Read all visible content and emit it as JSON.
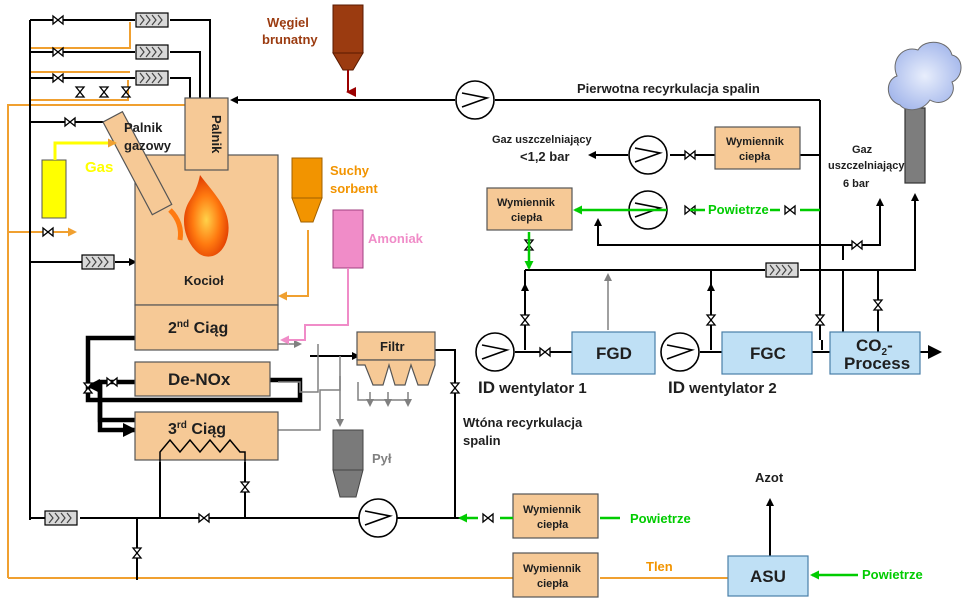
{
  "labels": {
    "wegiel": [
      "Węgiel",
      "brunatny"
    ],
    "palnik_gazowy": [
      "Palnik",
      "gazowy"
    ],
    "palnik": "Palnik",
    "gas": "Gas",
    "suchy_sorbent": [
      "Suchy",
      "sorbent"
    ],
    "amoniak": "Amoniak",
    "kociol": "Kocioł",
    "ciag2": "2nd Ciąg",
    "denox": "De-NOx",
    "ciag3": "3rd Ciąg",
    "filtr": "Filtr",
    "pyl": "Pył",
    "pierwotna": "Pierwotna recyrkulacja spalin",
    "gaz_uszcz_1": [
      "Gaz uszczelniający",
      "<1,2 bar"
    ],
    "gaz_uszcz_2": [
      "Gaz",
      "uszczelniający",
      "6 bar"
    ],
    "wymiennik": [
      "Wymiennik",
      "ciepła"
    ],
    "powietrze": "Powietrze",
    "fgd": "FGD",
    "fgc": "FGC",
    "co2_process": [
      "CO",
      "2",
      "-",
      "Process"
    ],
    "id1": [
      "ID",
      " wentylator 1"
    ],
    "id2": [
      "ID",
      " wentylator 2"
    ],
    "wtorna": [
      "Wtóna recyrkulacja",
      "spalin"
    ],
    "azot": "Azot",
    "tlen": "Tlen",
    "asu": "ASU"
  },
  "colors": {
    "boiler": "#f6c996",
    "exchanger": "#f6c996",
    "process": "#bfe0f5",
    "coal": "#9b3b10",
    "sorbent": "#f29400",
    "ammonia": "#f08cc8",
    "gas": "#ffff00",
    "green": "#00cc00",
    "orange_line": "#f0a030",
    "black_line": "#000000",
    "gray_line": "#808080"
  }
}
